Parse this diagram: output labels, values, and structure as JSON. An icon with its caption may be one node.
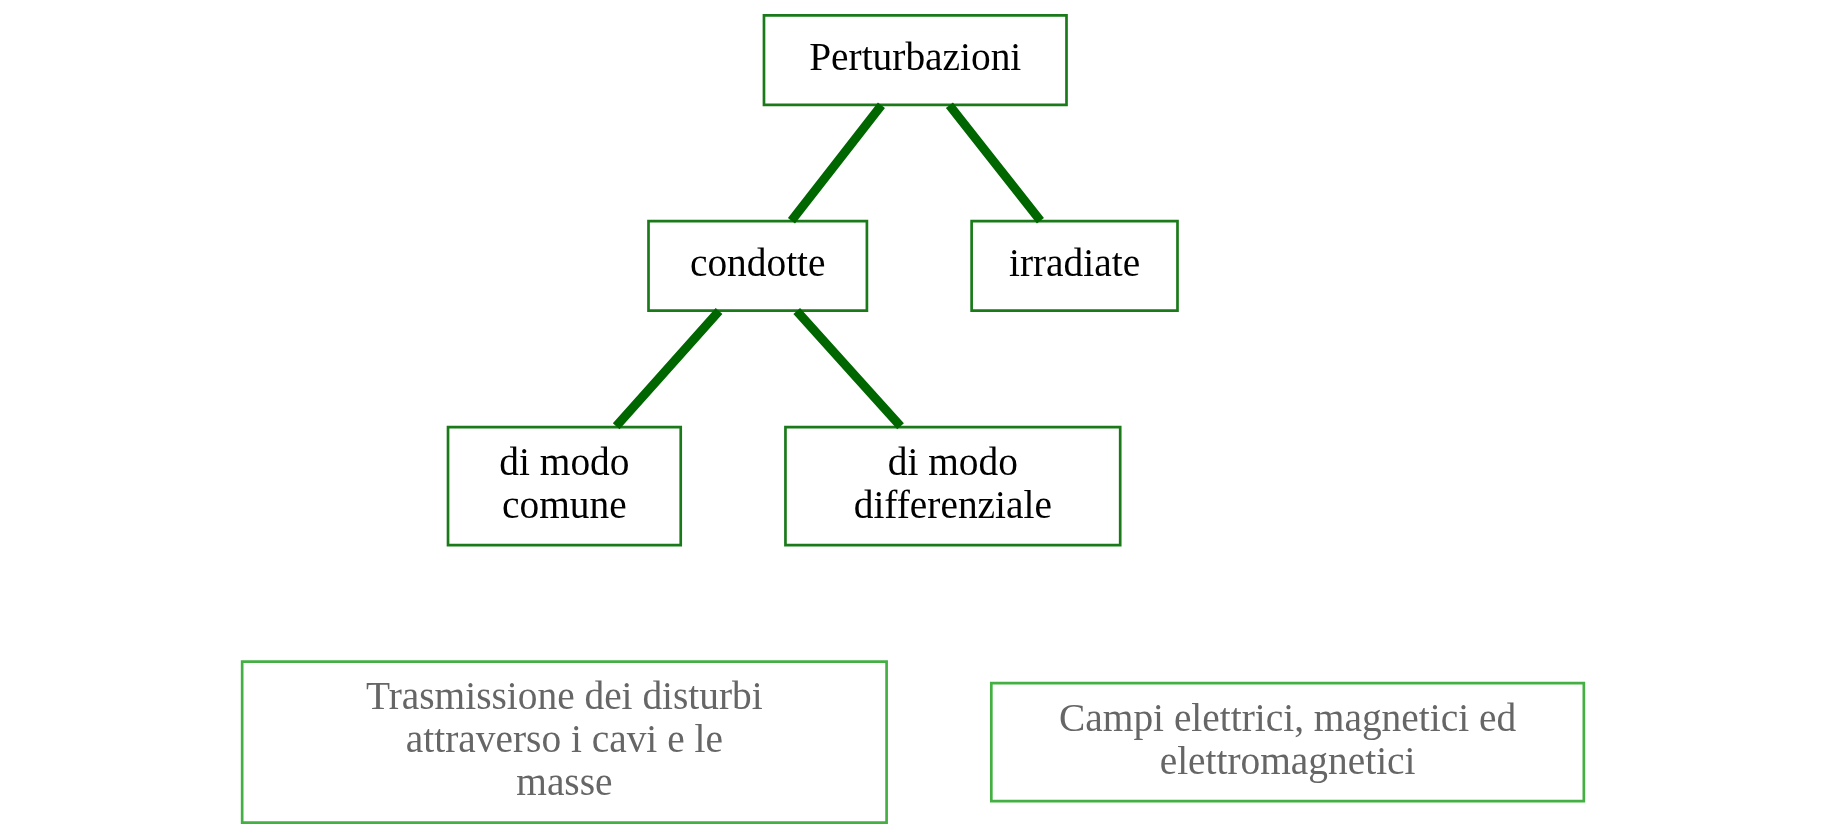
{
  "diagram": {
    "nodes": [
      {
        "text": [
          "Perturbazioni"
        ]
      },
      {
        "text": [
          "condotte"
        ]
      },
      {
        "text": [
          "irradiate"
        ]
      },
      {
        "text": [
          "di modo comune"
        ]
      },
      {
        "text": [
          "di modo differenziale"
        ]
      },
      {
        "text": [
          "Trasmissione dei disturbi attraverso i cavi e le masse"
        ]
      },
      {
        "text": [
          "Campi elettrici, magnetici ed elettromagnetici"
        ]
      }
    ],
    "edges": [
      {
        "from": 0,
        "to": 1,
        "arrow": "none"
      },
      {
        "from": 0,
        "to": 2,
        "arrow": "none"
      },
      {
        "from": 1,
        "to": 3,
        "arrow": "none"
      },
      {
        "from": 1,
        "to": 4,
        "arrow": "none"
      }
    ]
  }
}
